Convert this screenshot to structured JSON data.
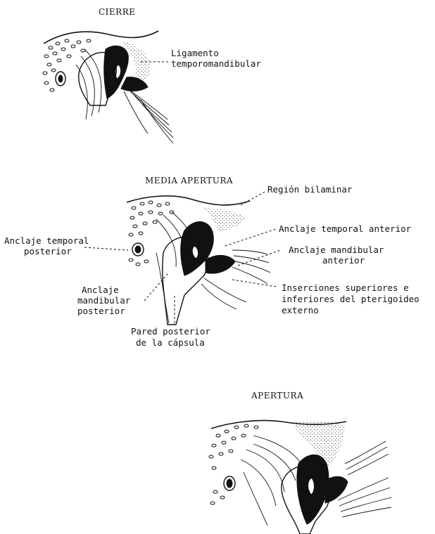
{
  "panels": {
    "cierre": {
      "title": "CIERRE",
      "ligament_label_line1": "Ligamento",
      "ligament_label_line2": "temporomandibular"
    },
    "media": {
      "title": "MEDIA APERTURA",
      "bilaminar": "Región bilaminar",
      "temporal_anterior": "Anclaje temporal anterior",
      "mandibular_anterior_line1": "Anclaje mandibular",
      "mandibular_anterior_line2": "anterior",
      "temporal_posterior_line1": "Anclaje temporal",
      "temporal_posterior_line2": "posterior",
      "mandibular_posterior_line1": "Anclaje",
      "mandibular_posterior_line2": "mandibular",
      "mandibular_posterior_line3": "posterior",
      "inserciones_line1": "Inserciones superiores e",
      "inserciones_line2": "inferiores del pterigoideo",
      "inserciones_line3": "externo",
      "pared_line1": "Pared posterior",
      "pared_line2": "de la cápsula"
    },
    "apertura": {
      "title": "APERTURA"
    }
  },
  "colors": {
    "ink": "#111111",
    "paper": "#ffffff"
  }
}
